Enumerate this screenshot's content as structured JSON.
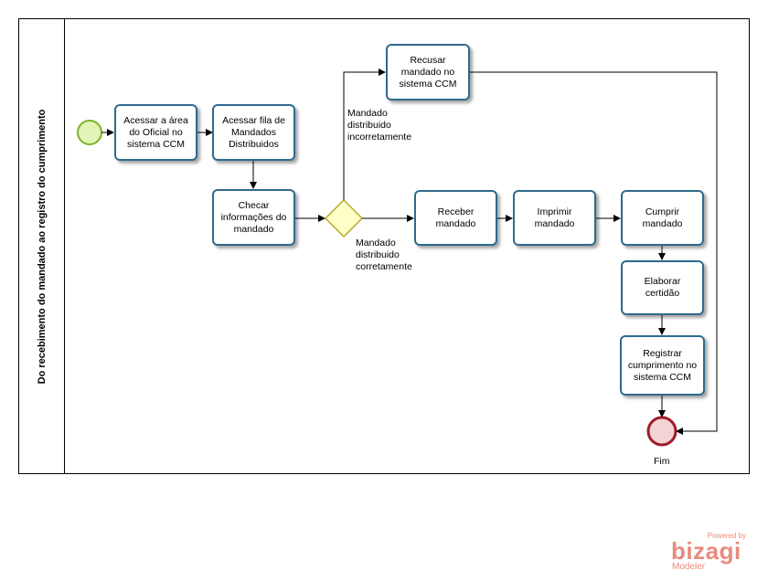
{
  "diagram": {
    "lane_title": "Do recebimento do mandado ao registro do cumprimento",
    "tasks": {
      "acessar_area": "Acessar a área do Oficial no sistema CCM",
      "acessar_fila": "Acessar fila de Mandados Distribuidos",
      "checar": "Checar informações do mandado",
      "recusar": "Recusar mandado no sistema CCM",
      "receber": "Receber mandado",
      "imprimir": "Imprimir mandado",
      "cumprir": "Cumprir mandado",
      "elaborar": "Elaborar certidão",
      "registrar": "Registrar cumprimento no sistema CCM"
    },
    "flow_labels": {
      "incorreto_1": "Mandado",
      "incorreto_2": "distribuido",
      "incorreto_3": "incorretamente",
      "correto_1": "Mandado",
      "correto_2": "distribuido",
      "correto_3": "corretamente"
    },
    "end_label": "Fim"
  },
  "branding": {
    "powered": "Powered by",
    "name": "bizagi",
    "product": "Modeler"
  },
  "colors": {
    "task_border": "#2e6a8d",
    "start_fill": "#e2f5b6",
    "start_stroke": "#7db32a",
    "end_fill": "#f3d4d4",
    "end_stroke": "#a11a2a",
    "gateway_fill": "#ffffc8",
    "gateway_stroke": "#b4ac2a",
    "brand": "#e98a7e"
  }
}
